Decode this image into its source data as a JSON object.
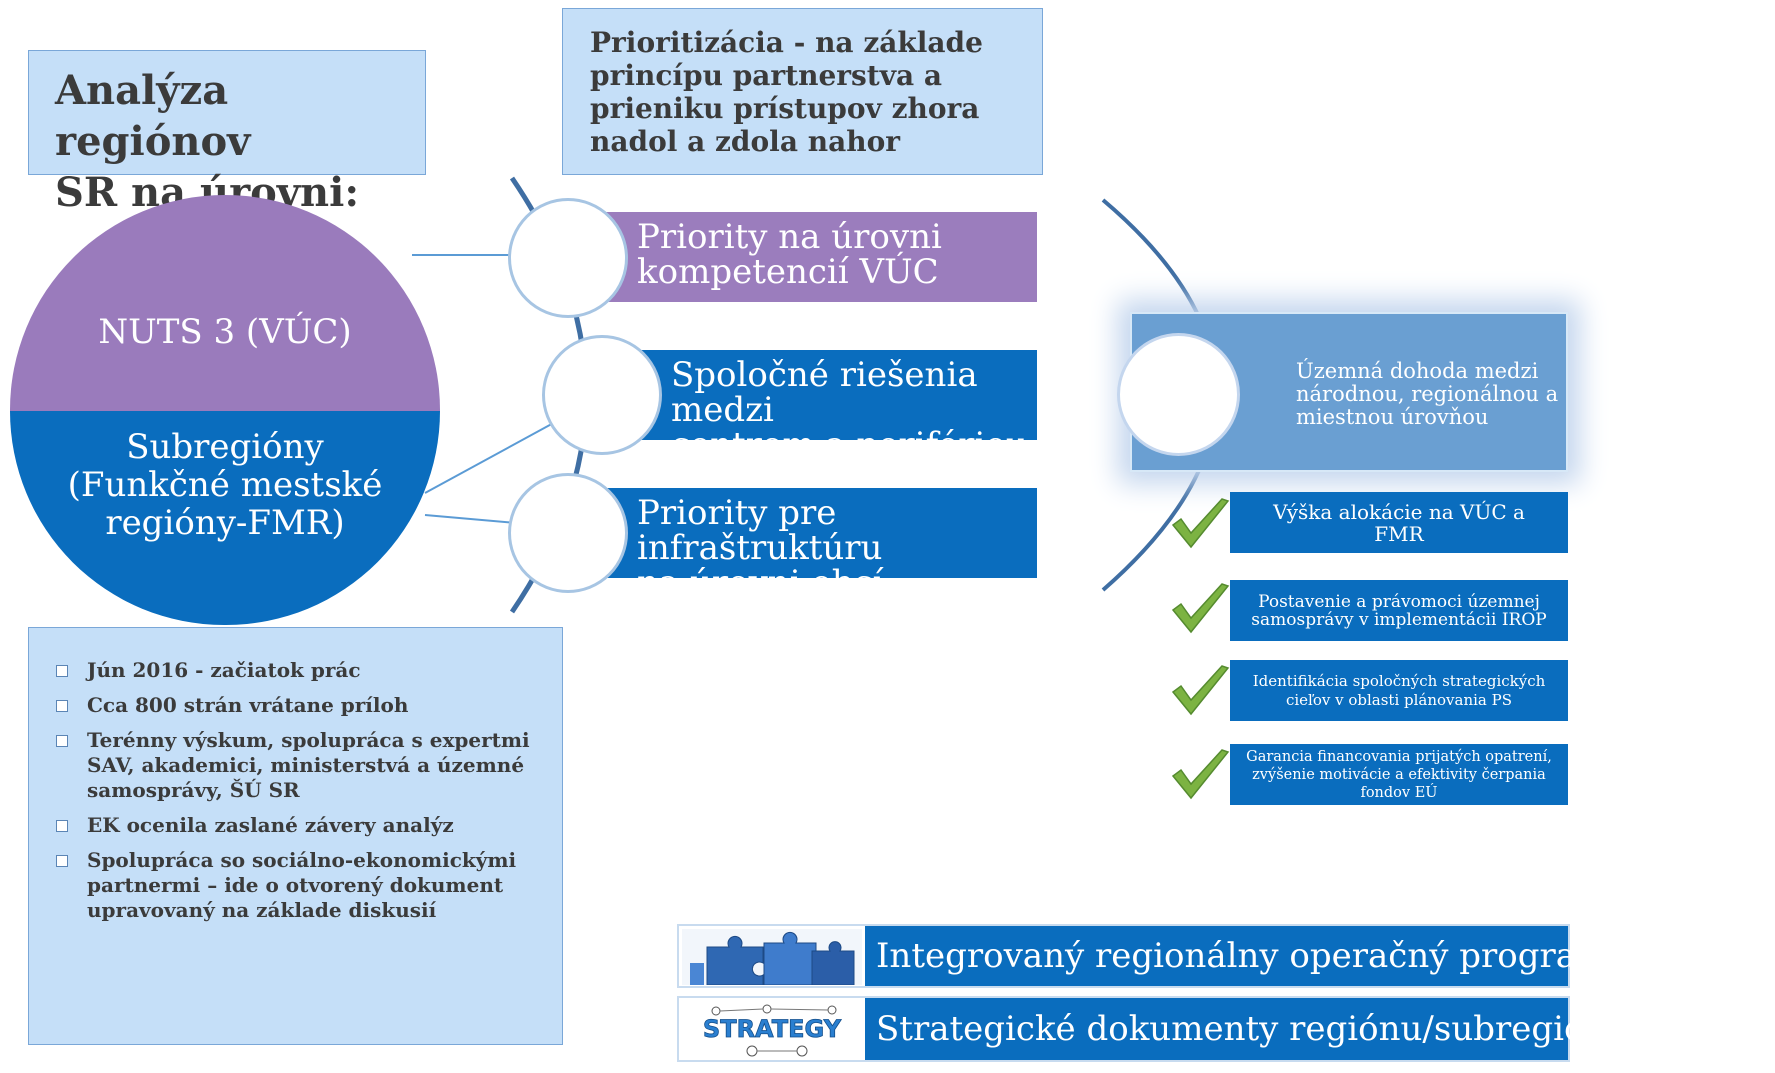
{
  "title_box": {
    "line1": "Analýza regiónov",
    "line2": "SR na úrovni:"
  },
  "prioritization_box": {
    "lines": [
      "Prioritizácia - na základe",
      "princípu partnerstva a",
      "prieniku prístupov zhora",
      "nadol a zdola nahor"
    ]
  },
  "regions_circle": {
    "top_label": "NUTS 3 (VÚC)",
    "bottom_lines": [
      "Subregióny",
      "(Funkčné mestské",
      "regióny-FMR)"
    ]
  },
  "priorities": [
    {
      "lines": [
        "Priority na úrovni",
        "kompetencií VÚC"
      ],
      "color": "#9b7dbd"
    },
    {
      "lines": [
        "Spoločné riešenia medzi",
        "centrom a perifériou"
      ],
      "color": "#0a6dbe"
    },
    {
      "lines": [
        "Priority pre infraštruktúru",
        "na úrovni obcí"
      ],
      "color": "#0a6dbe"
    }
  ],
  "agreement": {
    "lines": [
      "Územná dohoda medzi",
      "národnou, regionálnou a",
      "miestnou úrovňou"
    ]
  },
  "check_items": [
    {
      "lines": [
        "Výška alokácie na VÚC a",
        "FMR"
      ]
    },
    {
      "lines": [
        "Postavenie a právomoci územnej",
        "samosprávy v implementácii IROP"
      ]
    },
    {
      "lines": [
        "Identifikácia spoločných strategických",
        "cieľov v oblasti plánovania PS"
      ]
    },
    {
      "lines": [
        "Garancia financovania prijatých opatrení,",
        "zvýšenie motivácie a efektivity čerpania",
        "fondov EÚ"
      ]
    }
  ],
  "bullets": [
    {
      "lines": [
        "Jún 2016 - začiatok prác"
      ]
    },
    {
      "lines": [
        "Cca 800 strán vrátane príloh"
      ]
    },
    {
      "lines": [
        "Terénny výskum, spolupráca s expertmi",
        "SAV, akademici, ministerstvá a územné",
        "samosprávy, ŠÚ SR"
      ]
    },
    {
      "lines": [
        "EK ocenila zaslané závery analýz"
      ]
    },
    {
      "lines": [
        "Spolupráca so sociálno-ekonomickými",
        "partnermi – ide o otvorený dokument",
        "upravovaný na základe diskusií"
      ]
    }
  ],
  "banners": [
    {
      "label": "Integrovaný regionálny operačný program",
      "image": "puzzle-pieces"
    },
    {
      "label": "Strategické dokumenty regiónu/subregiónu",
      "image": "strategy-word",
      "image_text": "STRATEGY"
    }
  ]
}
